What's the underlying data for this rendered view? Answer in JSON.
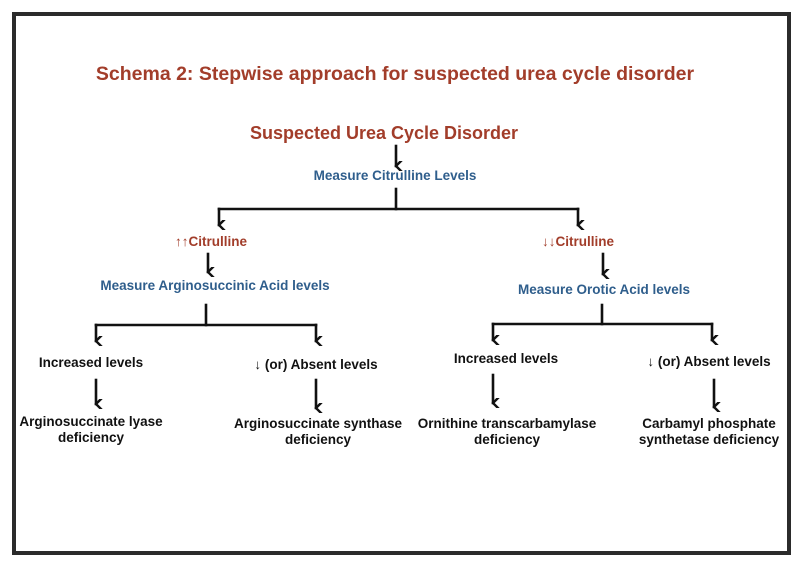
{
  "title": "Schema 2: Stepwise approach for suspected urea cycle disorder",
  "root": "Suspected Urea Cycle Disorder",
  "step1": "Measure Citrulline Levels",
  "colors": {
    "heading": "#a23d2a",
    "step": "#2f5e8c",
    "outcome": "#111111",
    "border": "#2b2b2b"
  },
  "left": {
    "condition": "↑↑Citrulline",
    "test": "Measure Arginosuccinic Acid levels",
    "branches": [
      {
        "result": "Increased levels",
        "diagnosis_line1": "Arginosuccinate lyase",
        "diagnosis_line2": "deficiency"
      },
      {
        "result": "↓ (or) Absent levels",
        "diagnosis_line1": "Arginosuccinate synthase",
        "diagnosis_line2": "deficiency"
      }
    ]
  },
  "right": {
    "condition": "↓↓Citrulline",
    "test": "Measure Orotic Acid levels",
    "branches": [
      {
        "result": "Increased levels",
        "diagnosis_line1": "Ornithine transcarbamylase",
        "diagnosis_line2": "deficiency"
      },
      {
        "result": "↓ (or) Absent levels",
        "diagnosis_line1": "Carbamyl phosphate",
        "diagnosis_line2": "synthetase deficiency"
      }
    ]
  }
}
